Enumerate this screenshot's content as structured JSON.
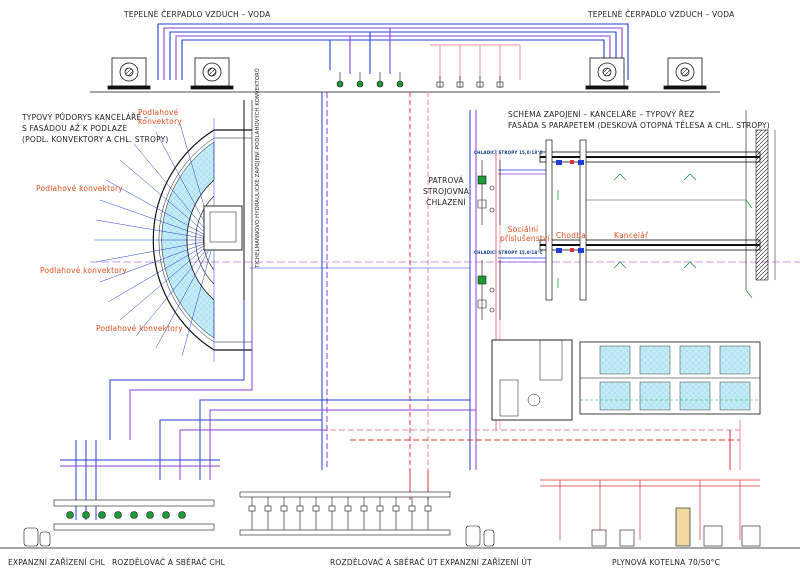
{
  "labels": {
    "heat_pump_left": "TEPELNÉ ČERPADLO VZDUCH – VODA",
    "heat_pump_right": "TEPELNÉ ČERPADLO VZDUCH – VODA",
    "floorplan_title_1": "TYPOVÝ PŮDORYS KANCELÁŘE –",
    "floorplan_title_2": "S FASÁDOU AŽ K PODLAZE",
    "floorplan_title_3": "(PODL. KONVEKTORY A CHL. STROPY)",
    "vertical_note": "TICHELMANNOVO HYDRAULICKÉ ZAPOJENÍ PODLAHOVÝCH KONVEKTORŮ",
    "convector_1": "Podlahové konvektory",
    "convector_2": "Podlahové konvektory",
    "convector_3": "Podlahové konvektory",
    "convector_4": "Podlahové konvektory",
    "schema_title_1": "SCHÉMA ZAPOJENÍ – KANCELÁŘE – TYPOVÝ ŘEZ",
    "schema_title_2": "FASÁDA S PARAPETEM (DESKOVÁ OTOPNÁ TĚLESA A CHL. STROPY)",
    "ceiling_1": "CHLADICÍ STROPY 15,0/18°C",
    "ceiling_2": "CHLADICÍ STROPY 15,0/18°C",
    "machine_room_1": "PATROVÁ",
    "machine_room_2": "STROJOVNA",
    "machine_room_3": "CHLAZENÍ",
    "room_social_1": "Sociální",
    "room_social_2": "příslušenství",
    "room_corridor": "Chodba",
    "room_office": "Kancelář",
    "bottom_expansion_chl": "EXPANZNÍ ZAŘÍZENÍ CHL",
    "bottom_distributor_chl": "ROZDĚLOVAČ A SBĚRAČ CHL",
    "bottom_distributor_ut": "ROZDĚLOVAČ A SBĚRAČ ÚT",
    "bottom_expansion_ut": "EXPANZNÍ ZAŘÍZENÍ ÚT",
    "bottom_boiler": "PLYNOVÁ KOTELNA 70/50°C"
  },
  "colors": {
    "line": "#1a1a1a",
    "blue_pipe": "#1f3fd6",
    "purple_pipe": "#8a3fd6",
    "red_pipe": "#e0303a",
    "pink_pipe": "#e88aa0",
    "cyan_fill": "#bfeaf5",
    "green": "#1f9a3a",
    "orange_text": "#e0501c"
  },
  "icons": {
    "heat_pump": "heat-pump-icon",
    "pump": "pump-icon",
    "expansion_tank": "expansion-tank-icon",
    "boiler": "boiler-icon"
  }
}
